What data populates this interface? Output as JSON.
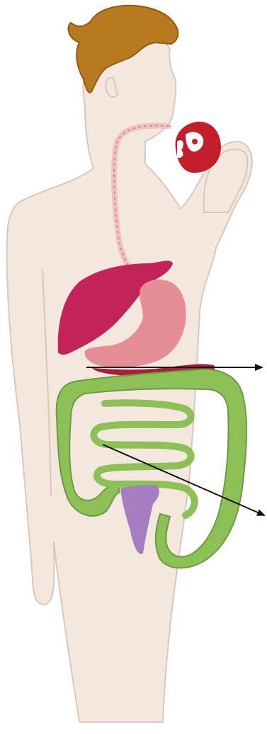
{
  "diagram": {
    "type": "digestive-system-illustration",
    "colors": {
      "skin": "#F3E7DE",
      "skin_outline": "#D9C8BB",
      "hair": "#B77A1E",
      "hair_dark": "#8F5C12",
      "esophagus": "#F0C2C4",
      "esophagus_dots": "#C98A90",
      "liver": "#C2245A",
      "stomach": "#E58E95",
      "pancreas": "#A61F3A",
      "large_intestine": "#8DC056",
      "small_intestine": "#8DC056",
      "rectum": "#A57DC0",
      "apple_skin": "#C41E2A",
      "apple_flesh": "#FFFFFF",
      "arrow": "#111111"
    },
    "organs": [
      {
        "name": "esophagus",
        "color_key": "esophagus"
      },
      {
        "name": "liver",
        "color_key": "liver"
      },
      {
        "name": "stomach",
        "color_key": "stomach"
      },
      {
        "name": "pancreas",
        "color_key": "pancreas"
      },
      {
        "name": "large-intestine",
        "color_key": "large_intestine"
      },
      {
        "name": "small-intestine",
        "color_key": "small_intestine"
      },
      {
        "name": "rectum",
        "color_key": "rectum"
      }
    ],
    "pointers": [
      {
        "name": "pointer-arrow-upper",
        "points_to": "duodenum"
      },
      {
        "name": "pointer-arrow-lower",
        "points_to": "small-intestine"
      }
    ]
  }
}
